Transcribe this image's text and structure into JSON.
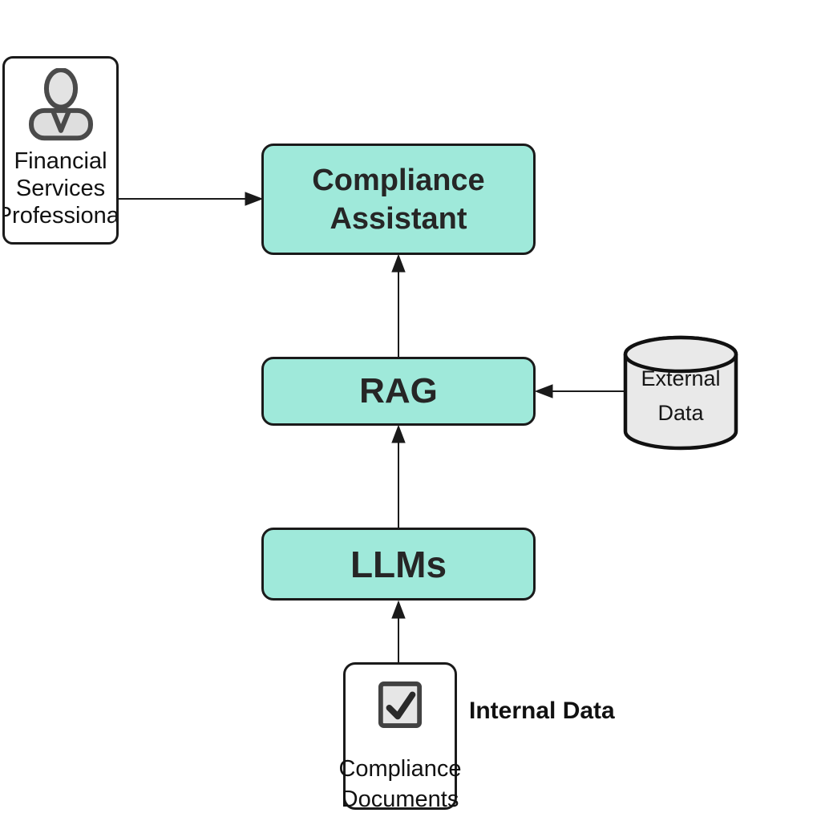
{
  "diagram": {
    "background": "#ffffff",
    "colors": {
      "node_fill": "#9fe9da",
      "node_border": "#1a1a1a",
      "arrow": "#1a1a1a",
      "cylinder_fill": "#e9e9e9",
      "white_box_fill": "#ffffff",
      "text": "#1e1e1e"
    },
    "nodes": {
      "financial": {
        "lines": [
          "Financial",
          "Services",
          "Professional"
        ],
        "icon": "user-icon",
        "shape": "rounded-rectangle"
      },
      "assistant": {
        "lines": [
          "Compliance",
          "Assistant"
        ],
        "shape": "rounded-rectangle"
      },
      "rag": {
        "label": "RAG",
        "shape": "rounded-rectangle"
      },
      "llms": {
        "label": "LLMs",
        "shape": "rounded-rectangle"
      },
      "external": {
        "lines": [
          "External",
          "Data"
        ],
        "shape": "database-cylinder"
      },
      "documents": {
        "lines": [
          "Compliance",
          "Documents"
        ],
        "icon": "checkbox-icon",
        "shape": "rounded-rectangle"
      }
    },
    "annotations": {
      "internal_data": "Internal Data"
    },
    "edges": [
      {
        "from": "financial-services-professional",
        "to": "compliance-assistant"
      },
      {
        "from": "rag",
        "to": "compliance-assistant"
      },
      {
        "from": "external-data",
        "to": "rag"
      },
      {
        "from": "llms",
        "to": "rag"
      },
      {
        "from": "compliance-documents",
        "to": "llms"
      }
    ]
  }
}
